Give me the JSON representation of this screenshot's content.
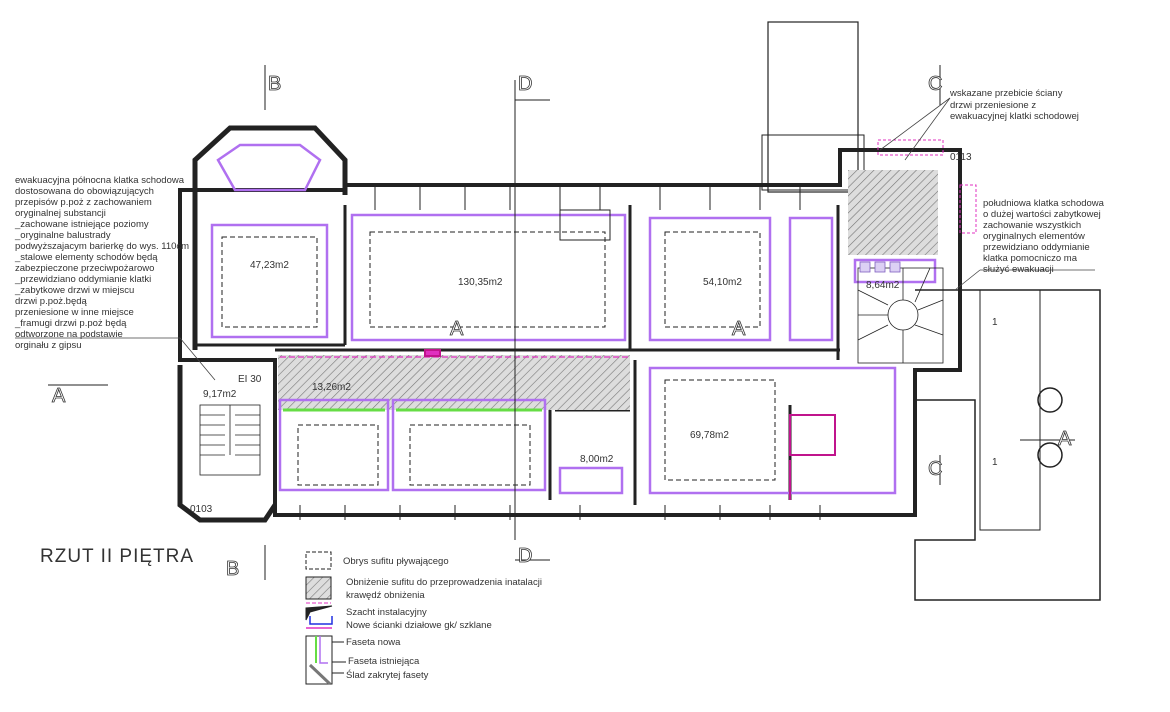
{
  "title": "RZUT II PIĘTRA",
  "notes": {
    "left": "ewakuacyjna północna klatka schodowa\ndostosowana do obowiązujących\nprzepisów p.poż z zachowaniem\noryginalnej substancji\n_zachowane istniejące poziomy\n_oryginalne balustrady\npodwyższajacym barierkę do wys. 110cm\n_stalowe elementy schodów będą\nzabezpieczone przeciwpożarowo\n_przewidziano oddymianie klatki\n_zabytkowe drzwi w miejscu\ndrzwi p.poż.będą\nprzeniesione w inne miejsce\n_framugi drzwi p.poż będą\nodtworzone na podstawie\norginału z gipsu",
    "top_right_1": "wskazane przebicie ściany",
    "top_right_2": "drzwi przeniesione z\newakuacyjnej klatki schodowej",
    "right": "południowa klatka schodowa\no dużej wartości zabytkowej\nzachowanie wszystkich\noryginalnych elementów\nprzewidziano oddymianie\nklatka pomocniczo ma\nsłużyć ewakuacji"
  },
  "rooms": {
    "r1": "47,23m2",
    "r2": "130,35m2",
    "r3": "54,10m2",
    "r4": "8,64m2",
    "r5": "9,17m2",
    "r6": "13,26m2",
    "r7": "69,78m2",
    "r8": "8,00m2"
  },
  "tags": {
    "ei": "EI 30",
    "room_0113": "0113",
    "room_0103": "0103"
  },
  "sections": {
    "a": "A",
    "b": "B",
    "c": "C",
    "d": "D",
    "one": "1"
  },
  "legend": {
    "item1": "Obrys sufitu pływającego",
    "item2a": "Obniżenie sufitu do przeprowadzenia inatalacji",
    "item2b": "krawędź obniżenia",
    "item3a": "Szacht instalacyjny",
    "item3b": "Nowe ścianki działowe gk/ szklane",
    "item4a": "Faseta nowa",
    "item4b": "Faseta istniejąca",
    "item4c": "Ślad zakrytej fasety"
  },
  "colors": {
    "wall": "#222222",
    "faseta_existing": "#b070f0",
    "faseta_new": "#66dd44",
    "edge": "#e030c0",
    "partition": "#2030e0"
  }
}
